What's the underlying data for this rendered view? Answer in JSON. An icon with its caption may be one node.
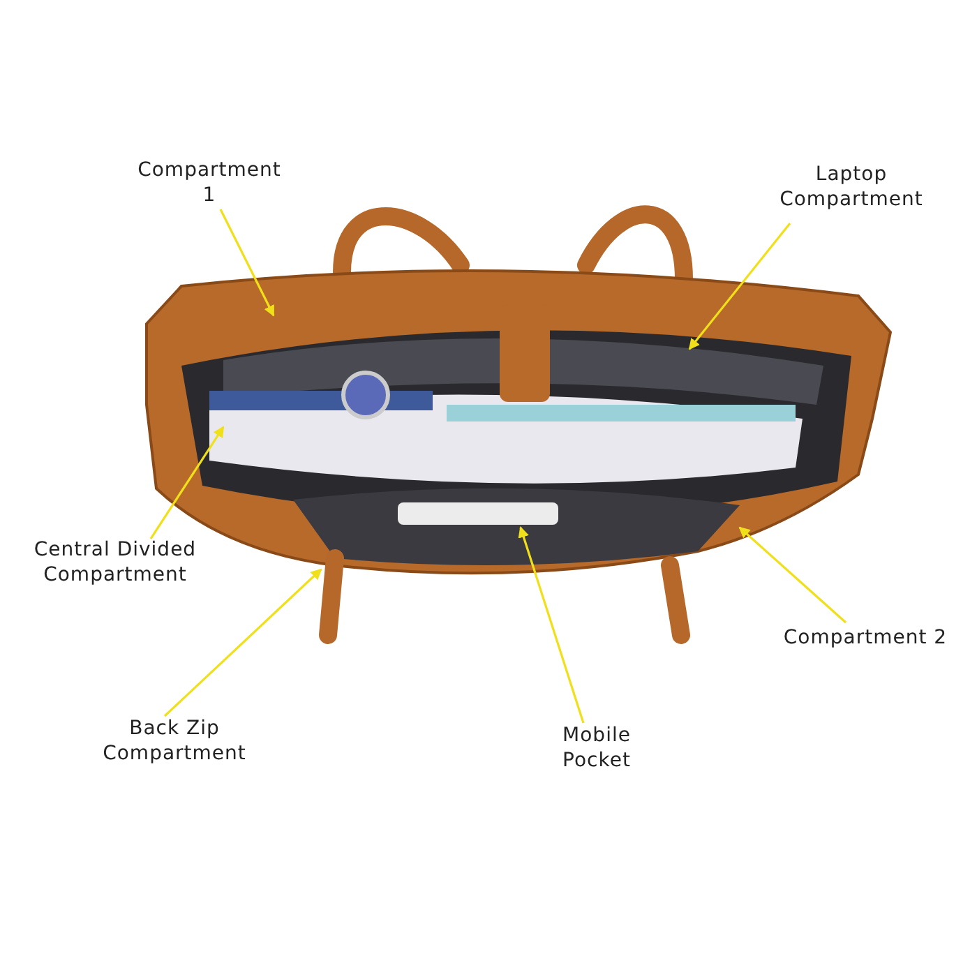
{
  "diagram": {
    "nodes": [
      {
        "text": [
          "Compartment 1"
        ]
      },
      {
        "text": [
          "Laptop Compartment"
        ]
      },
      {
        "text": [
          "Central Divided Compartment"
        ]
      },
      {
        "text": [
          "Back Zip Compartment"
        ]
      },
      {
        "text": [
          "Mobile Pocket"
        ]
      },
      {
        "text": [
          "Compartment 2"
        ]
      }
    ],
    "edges": [
      {
        "from": 0,
        "to": null,
        "arrow": "to"
      },
      {
        "from": 1,
        "to": null,
        "arrow": "to"
      },
      {
        "from": 2,
        "to": null,
        "arrow": "to"
      },
      {
        "from": 3,
        "to": null,
        "arrow": "to"
      },
      {
        "from": 4,
        "to": null,
        "arrow": "to"
      },
      {
        "from": 5,
        "to": null,
        "arrow": "to"
      }
    ]
  }
}
